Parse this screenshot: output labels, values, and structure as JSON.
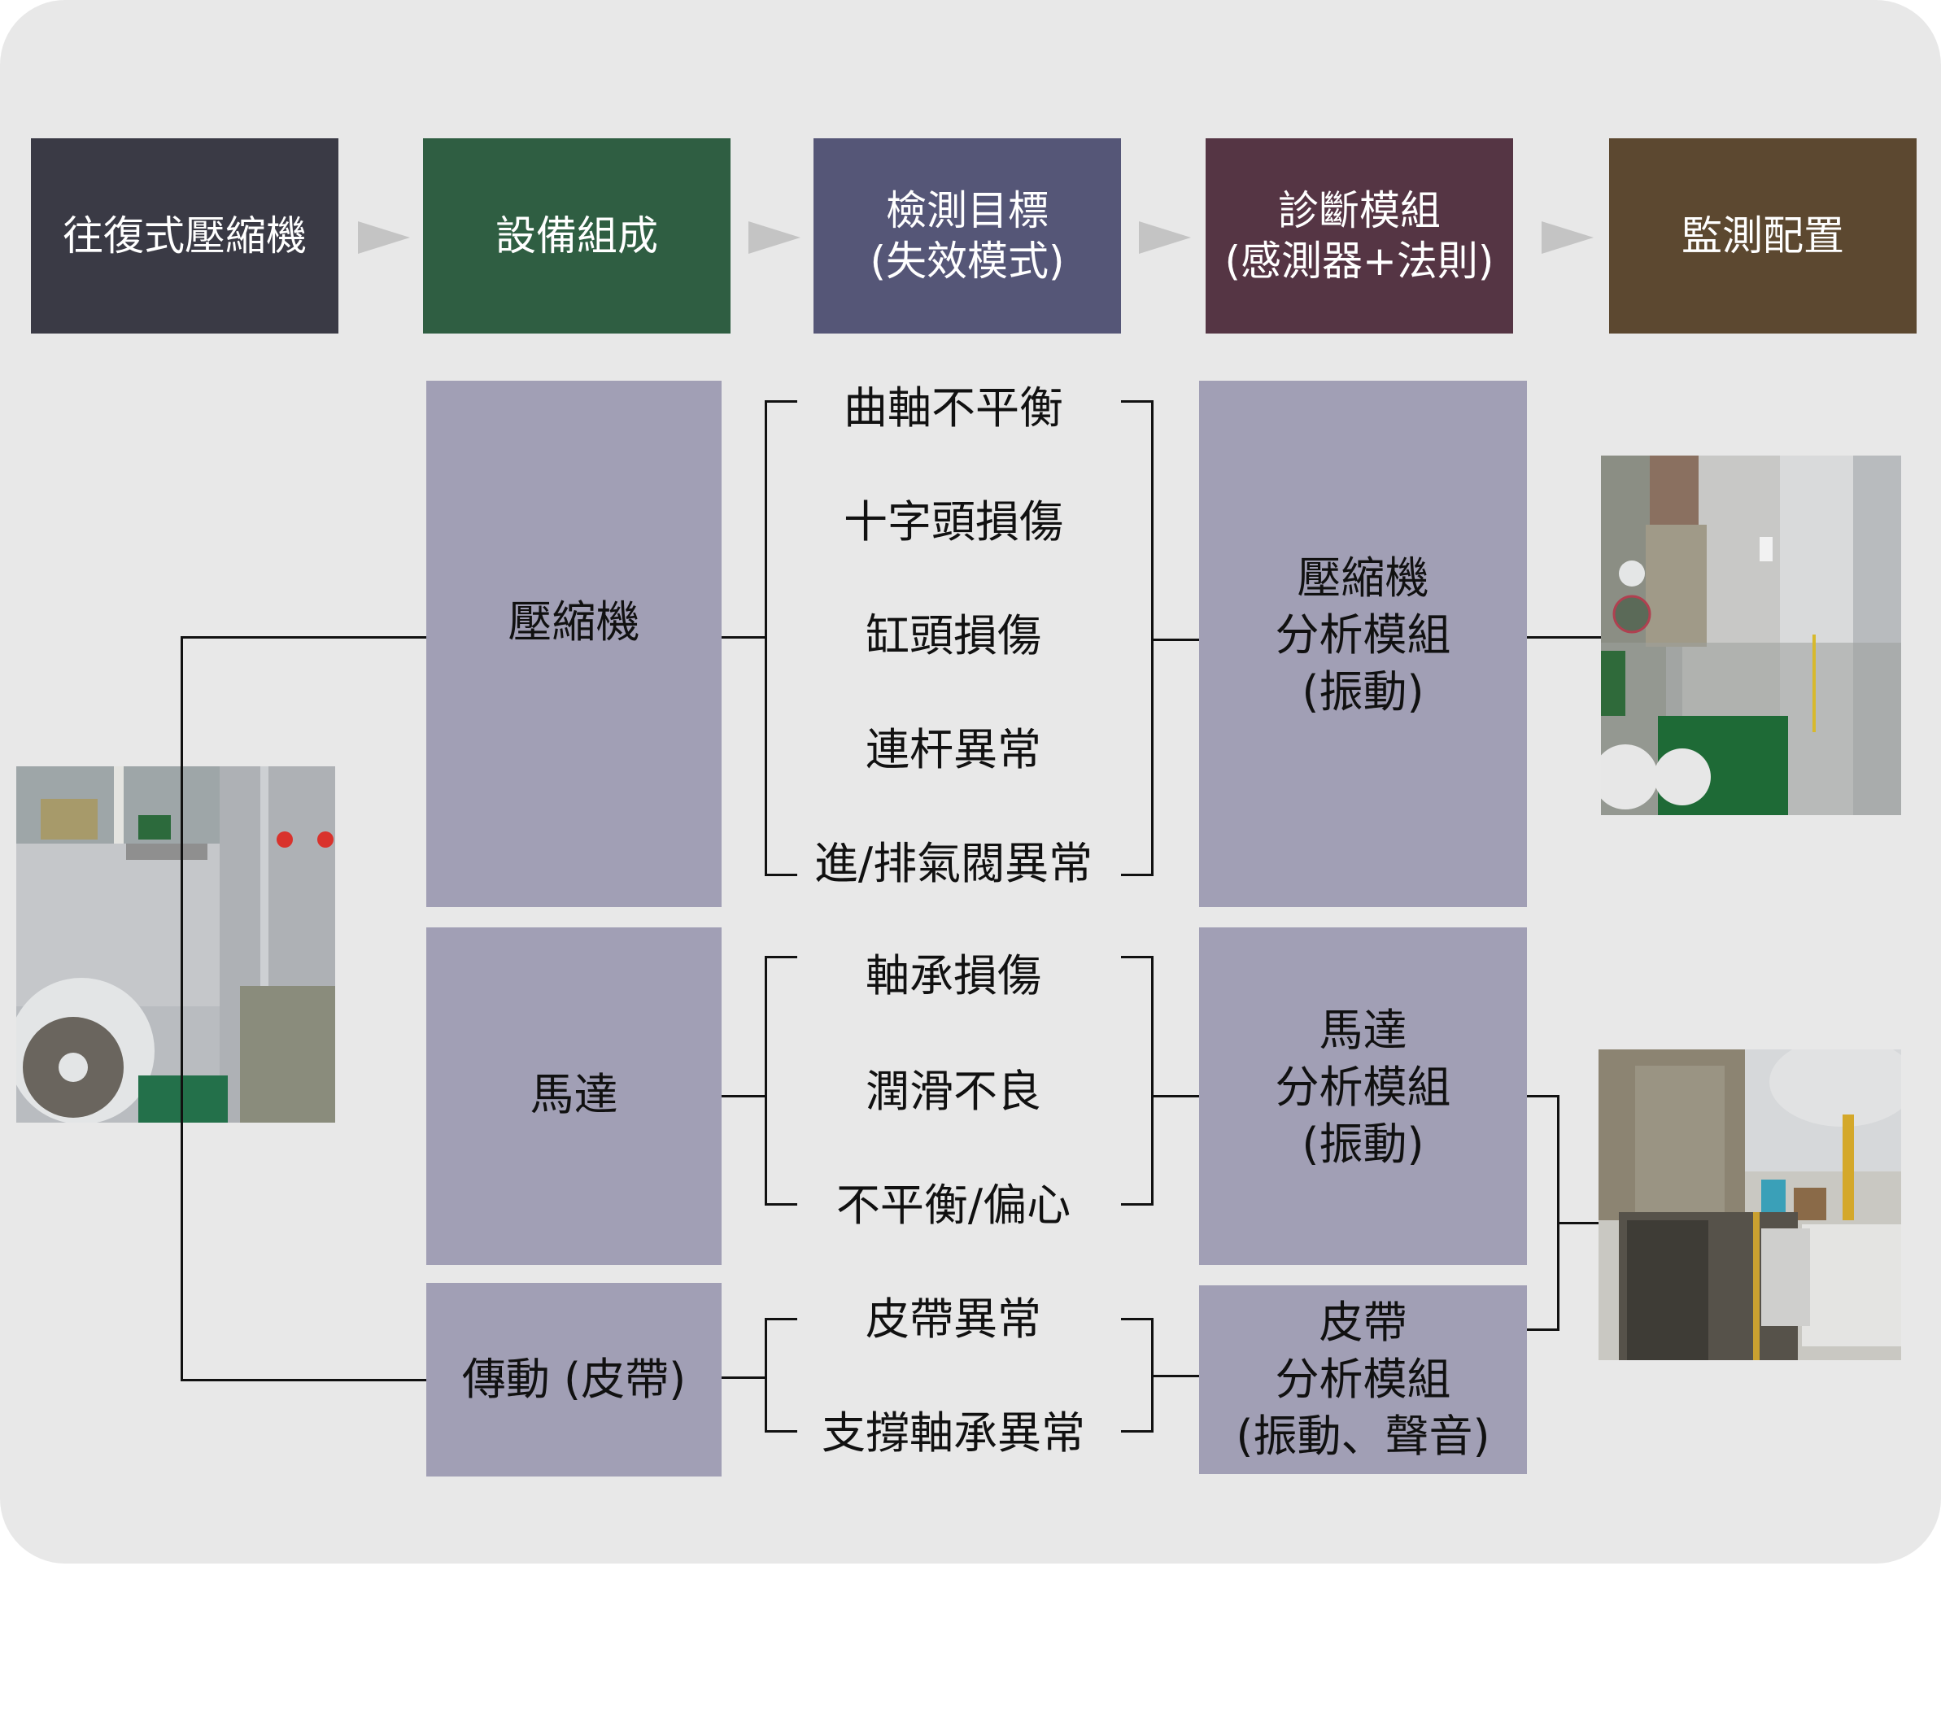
{
  "header_steps": [
    {
      "label": "往復式壓縮機",
      "color": "#3a3a45"
    },
    {
      "label": "設備組成",
      "color": "#2f5e42"
    },
    {
      "label": "檢測目標\n(失效模式)",
      "color": "#555677"
    },
    {
      "label": "診斷模組\n(感測器+法則)",
      "color": "#553544"
    },
    {
      "label": "監測配置",
      "color": "#5c4830"
    }
  ],
  "arrow_icon": "right-triangle-arrow",
  "equipment_photo": {
    "label": "reciprocating-compressor-photo",
    "subject": "motor and compressor unit"
  },
  "components": [
    {
      "label": "壓縮機",
      "failure_modes": [
        "曲軸不平衡",
        "十字頭損傷",
        "缸頭損傷",
        "連杆異常",
        "進/排氣閥異常"
      ],
      "module": "壓縮機\n分析模組\n(振動)"
    },
    {
      "label": "馬達",
      "failure_modes": [
        "軸承損傷",
        "潤滑不良",
        "不平衡/偏心"
      ],
      "module": "馬達\n分析模組\n(振動)"
    },
    {
      "label": "傳動 (皮帶)",
      "failure_modes": [
        "皮帶異常",
        "支撐軸承異常"
      ],
      "module": "皮帶\n分析模組\n(振動、聲音)"
    }
  ],
  "monitoring_photos": [
    {
      "label": "compressor-sensor-installation-photo"
    },
    {
      "label": "motor-belt-sensor-installation-photo"
    }
  ],
  "colors": {
    "panel_bg": "#e8e8e8",
    "box_fill": "#a19fb5",
    "arrow": "#c4c4c4",
    "line": "#111111"
  }
}
